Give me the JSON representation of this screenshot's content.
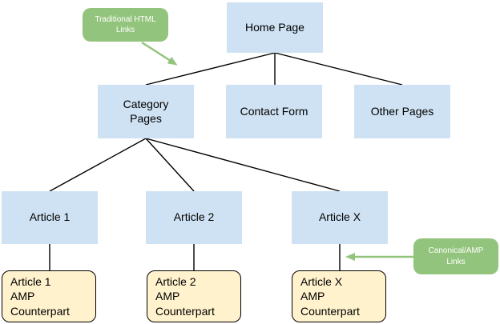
{
  "title": "AMP site structure diagram",
  "colors": {
    "page_box_fill": "#cfe2f3",
    "amp_box_fill": "#fff2cc",
    "amp_box_border": "#000000",
    "annotation_fill": "#93c47d",
    "annotation_text": "#ffffff",
    "connector_line": "#000000",
    "arrow_green": "#93c47d",
    "node_text": "#000000",
    "background": "#ffffff"
  },
  "nodes": {
    "home": {
      "label": "Home Page"
    },
    "category": {
      "label": "Category\nPages"
    },
    "contact": {
      "label": "Contact Form"
    },
    "other": {
      "label": "Other Pages"
    },
    "article1": {
      "label": "Article 1"
    },
    "article2": {
      "label": "Article 2"
    },
    "articleX": {
      "label": "Article X"
    },
    "amp1": {
      "label": "Article 1\nAMP\nCounterpart"
    },
    "amp2": {
      "label": "Article 2\nAMP\nCounterpart"
    },
    "ampX": {
      "label": "Article X\nAMP\nCounterpart"
    }
  },
  "annotations": {
    "traditional": {
      "label": "Traditional HTML\nLinks"
    },
    "canonical": {
      "label": "Canonical/AMP\nLinks"
    }
  },
  "connectors": {
    "black_lines": [
      [
        343,
        66,
        182,
        106
      ],
      [
        343,
        66,
        343,
        106
      ],
      [
        343,
        66,
        502,
        106
      ],
      [
        182,
        173,
        62,
        239
      ],
      [
        182,
        173,
        242,
        239
      ],
      [
        182,
        173,
        424,
        239
      ],
      [
        62,
        305,
        62,
        338
      ],
      [
        242,
        305,
        242,
        338
      ],
      [
        424,
        305,
        424,
        338
      ]
    ],
    "green_arrows": [
      [
        177,
        53,
        219,
        80
      ],
      [
        516,
        321,
        434,
        321
      ]
    ]
  }
}
